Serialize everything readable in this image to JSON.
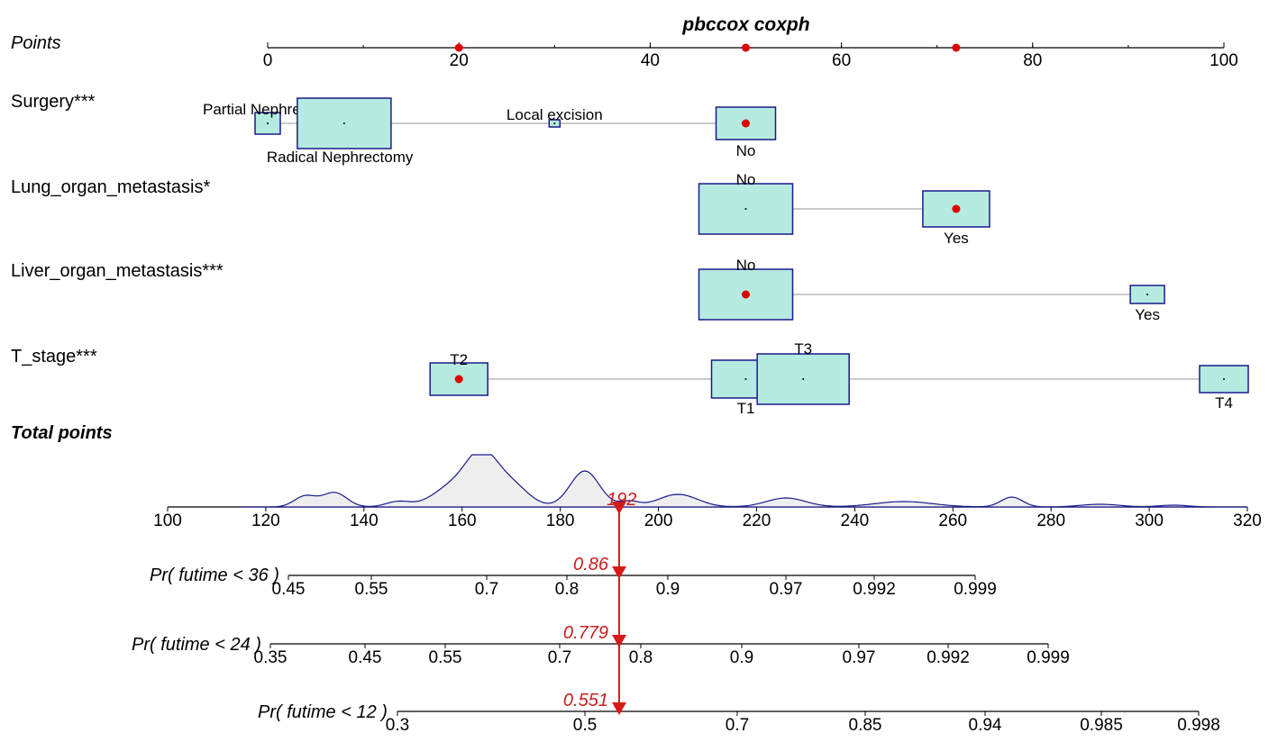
{
  "title": "pbccox coxph",
  "chart_data": {
    "type": "nomogram",
    "title": "pbccox coxph",
    "points_axis": {
      "label": "Points",
      "range": [
        0,
        100
      ],
      "ticks": [
        "0",
        "20",
        "40",
        "60",
        "80",
        "100"
      ],
      "markers": [
        20,
        50,
        72
      ]
    },
    "variables": [
      {
        "label": "Surgery***",
        "levels": [
          {
            "name": "Partial Nephrectomy",
            "points": 0,
            "selected": false
          },
          {
            "name": "Radical Nephrectomy",
            "points": 8,
            "selected": false
          },
          {
            "name": "Local excision",
            "points": 30,
            "selected": false
          },
          {
            "name": "No",
            "points": 50,
            "selected": true
          }
        ]
      },
      {
        "label": "Lung_organ_metastasis*",
        "levels": [
          {
            "name": "No",
            "points": 50,
            "selected": false
          },
          {
            "name": "Yes",
            "points": 72,
            "selected": true
          }
        ]
      },
      {
        "label": "Liver_organ_metastasis***",
        "levels": [
          {
            "name": "No",
            "points": 50,
            "selected": true
          },
          {
            "name": "Yes",
            "points": 92,
            "selected": false
          }
        ]
      },
      {
        "label": "T_stage***",
        "levels": [
          {
            "name": "T2",
            "points": 20,
            "selected": true
          },
          {
            "name": "T1",
            "points": 50,
            "selected": false
          },
          {
            "name": "T3",
            "points": 56,
            "selected": false
          },
          {
            "name": "T4",
            "points": 100,
            "selected": false
          }
        ]
      }
    ],
    "total_points": {
      "label": "Total points",
      "range": [
        100,
        320
      ],
      "ticks": [
        "100",
        "120",
        "140",
        "160",
        "180",
        "200",
        "220",
        "240",
        "260",
        "280",
        "300",
        "320"
      ],
      "value": 192,
      "value_label": "192"
    },
    "probabilities": [
      {
        "label": "Pr( futime < 36 )",
        "ticks": [
          "0.45",
          "0.55",
          "0.7",
          "0.8",
          "0.9",
          "0.97",
          "0.992",
          "0.999"
        ],
        "value_label": "0.86"
      },
      {
        "label": "Pr( futime < 24 )",
        "ticks": [
          "0.35",
          "0.45",
          "0.55",
          "0.7",
          "0.8",
          "0.9",
          "0.97",
          "0.992",
          "0.999"
        ],
        "value_label": "0.779"
      },
      {
        "label": "Pr( futime < 12 )",
        "ticks": [
          "0.3",
          "0.5",
          "0.7",
          "0.85",
          "0.94",
          "0.985",
          "0.998"
        ],
        "value_label": "0.551"
      }
    ],
    "colors": {
      "box_fill": "#b5ebe0",
      "box_stroke": "#1a1a8c",
      "marker": "#e00000",
      "arrow": "#d91a1a",
      "density_fill": "#eeeeee",
      "density_stroke": "#1a1a8c"
    }
  }
}
